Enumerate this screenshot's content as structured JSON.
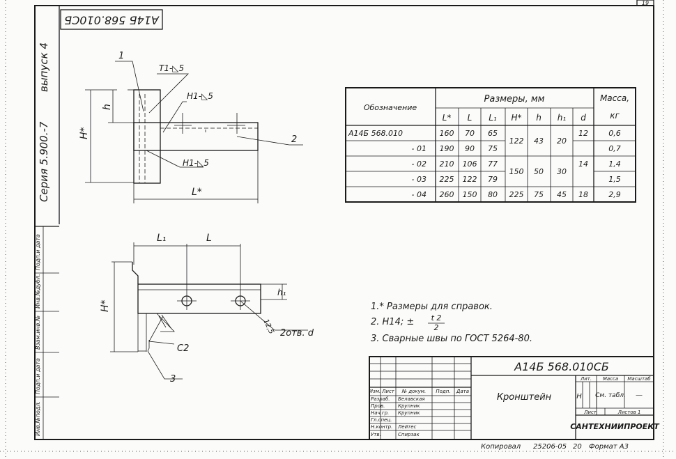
{
  "sheet_number": "19",
  "stamp_rotated": "А14Б 568.010СБ",
  "series": "Серия 5.900.-7",
  "issue": "выпуск 4",
  "margin_labels": [
    "Инв.№подл.",
    "Подп.и дата",
    "Взам.инв.№",
    "Инв.№дубл.",
    "Подп.и дата"
  ],
  "drawing": {
    "top_view": {
      "part_1": "1",
      "part_2": "2",
      "weld_top": "Т1-◺5",
      "weld_mid": "Н1-◺5",
      "weld_low": "Н1-◺5",
      "dim_h": "h",
      "dim_H": "H*",
      "dim_L": "L*"
    },
    "side_view": {
      "dim_L1": "L₁",
      "dim_L": "L",
      "dim_h1": "h₁",
      "dim_H": "H*",
      "roughness": "12,5",
      "holes": "2отв. d",
      "weld_c2": "С2",
      "part_3": "3"
    }
  },
  "table": {
    "col_designation": "Обозначение",
    "col_dimensions": "Размеры, мм",
    "col_mass": "Масса,",
    "col_mass_unit": "кг",
    "sub_headers": [
      "L*",
      "L",
      "L₁",
      "H*",
      "h",
      "h₁",
      "d"
    ],
    "rows": [
      {
        "designation": "А14Б 568.010",
        "L_star": "160",
        "L": "70",
        "L1": "65",
        "mass": "0,6"
      },
      {
        "designation": "- 01",
        "L_star": "190",
        "L": "90",
        "L1": "75",
        "mass": "0,7"
      },
      {
        "designation": "- 02",
        "L_star": "210",
        "L": "106",
        "L1": "77",
        "mass": "1,4"
      },
      {
        "designation": "- 03",
        "L_star": "225",
        "L": "122",
        "L1": "79",
        "mass": "1,5"
      },
      {
        "designation": "- 04",
        "L_star": "260",
        "L": "150",
        "L1": "80",
        "mass": "2,9"
      }
    ],
    "merged": {
      "H_a": "122",
      "h_a": "43",
      "h1_a": "20",
      "H_b": "150",
      "h_b": "50",
      "h1_b": "30",
      "H_c": "225",
      "h_c": "75",
      "h1_c": "45",
      "d_a": "12",
      "d_b": "14",
      "d_c": "18"
    }
  },
  "notes": {
    "n1_num": "1.*",
    "n1_text": "Размеры для справок.",
    "n2_text": "2. Н14; ±",
    "n2_num": "t 2",
    "n2_den": "2",
    "n3_text": "3. Сварные швы по ГОСТ 5264-80."
  },
  "title_block": {
    "code": "А14Б 568.010СБ",
    "name": "Кронштейн",
    "col_lit": "Лит.",
    "col_mass": "Масса",
    "col_scale": "Масштаб",
    "lit_value": "Н",
    "mass_value": "См. табл.",
    "scale_value": "—",
    "sheet_label": "Лист",
    "sheets_label": "Листов 1",
    "org": "САНТЕХНИИПРОЕКТ",
    "hdr_izm": "Изм.",
    "hdr_list": "Лист",
    "hdr_doc": "№ докум.",
    "hdr_sign": "Подп.",
    "hdr_date": "Дата",
    "roles": [
      {
        "role": "Разраб.",
        "name": "Белавская"
      },
      {
        "role": "Пров.",
        "name": "Крупник"
      },
      {
        "role": "Нач.гр.",
        "name": "Крупник"
      },
      {
        "role": "Гл.спец.",
        "name": ""
      },
      {
        "role": "Н.контр.",
        "name": "Лейтес"
      },
      {
        "role": "Утв.",
        "name": "Спирзак"
      }
    ]
  },
  "footer": {
    "copied": "Копировал",
    "order": "25206-05",
    "order_num": "20",
    "format": "Формат А3"
  }
}
